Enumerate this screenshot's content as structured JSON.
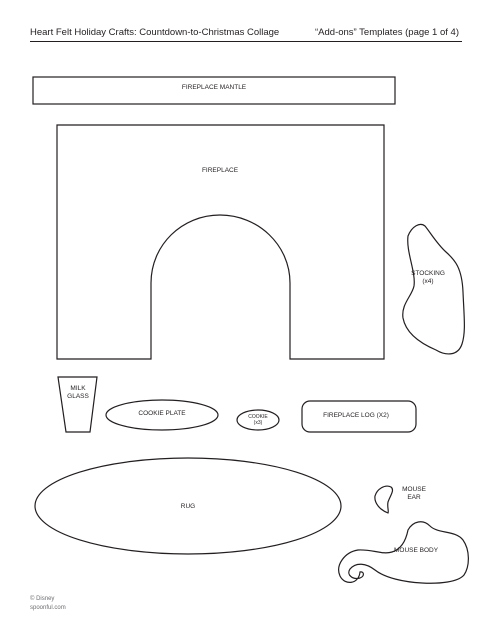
{
  "header": {
    "title": "Heart Felt Holiday Crafts: Countdown-to-Christmas Collage",
    "subtitle": "“Add-ons” Templates (page 1 of 4)"
  },
  "templates": {
    "mantle": "FIREPLACE MANTLE",
    "fireplace": "FIREPLACE",
    "stocking": [
      "STOCKING",
      "(x4)"
    ],
    "milk_glass": [
      "MILK",
      "GLASS"
    ],
    "cookie_plate": "COOKIE PLATE",
    "cookie": [
      "COOKIE",
      "(x3)"
    ],
    "fireplace_log": "FIREPLACE LOG (X2)",
    "rug": "RUG",
    "mouse_ear": [
      "MOUSE",
      "EAR"
    ],
    "mouse_body": "MOUSE BODY"
  },
  "footer": {
    "copyright": "© Disney",
    "site": "spoonful.com"
  }
}
